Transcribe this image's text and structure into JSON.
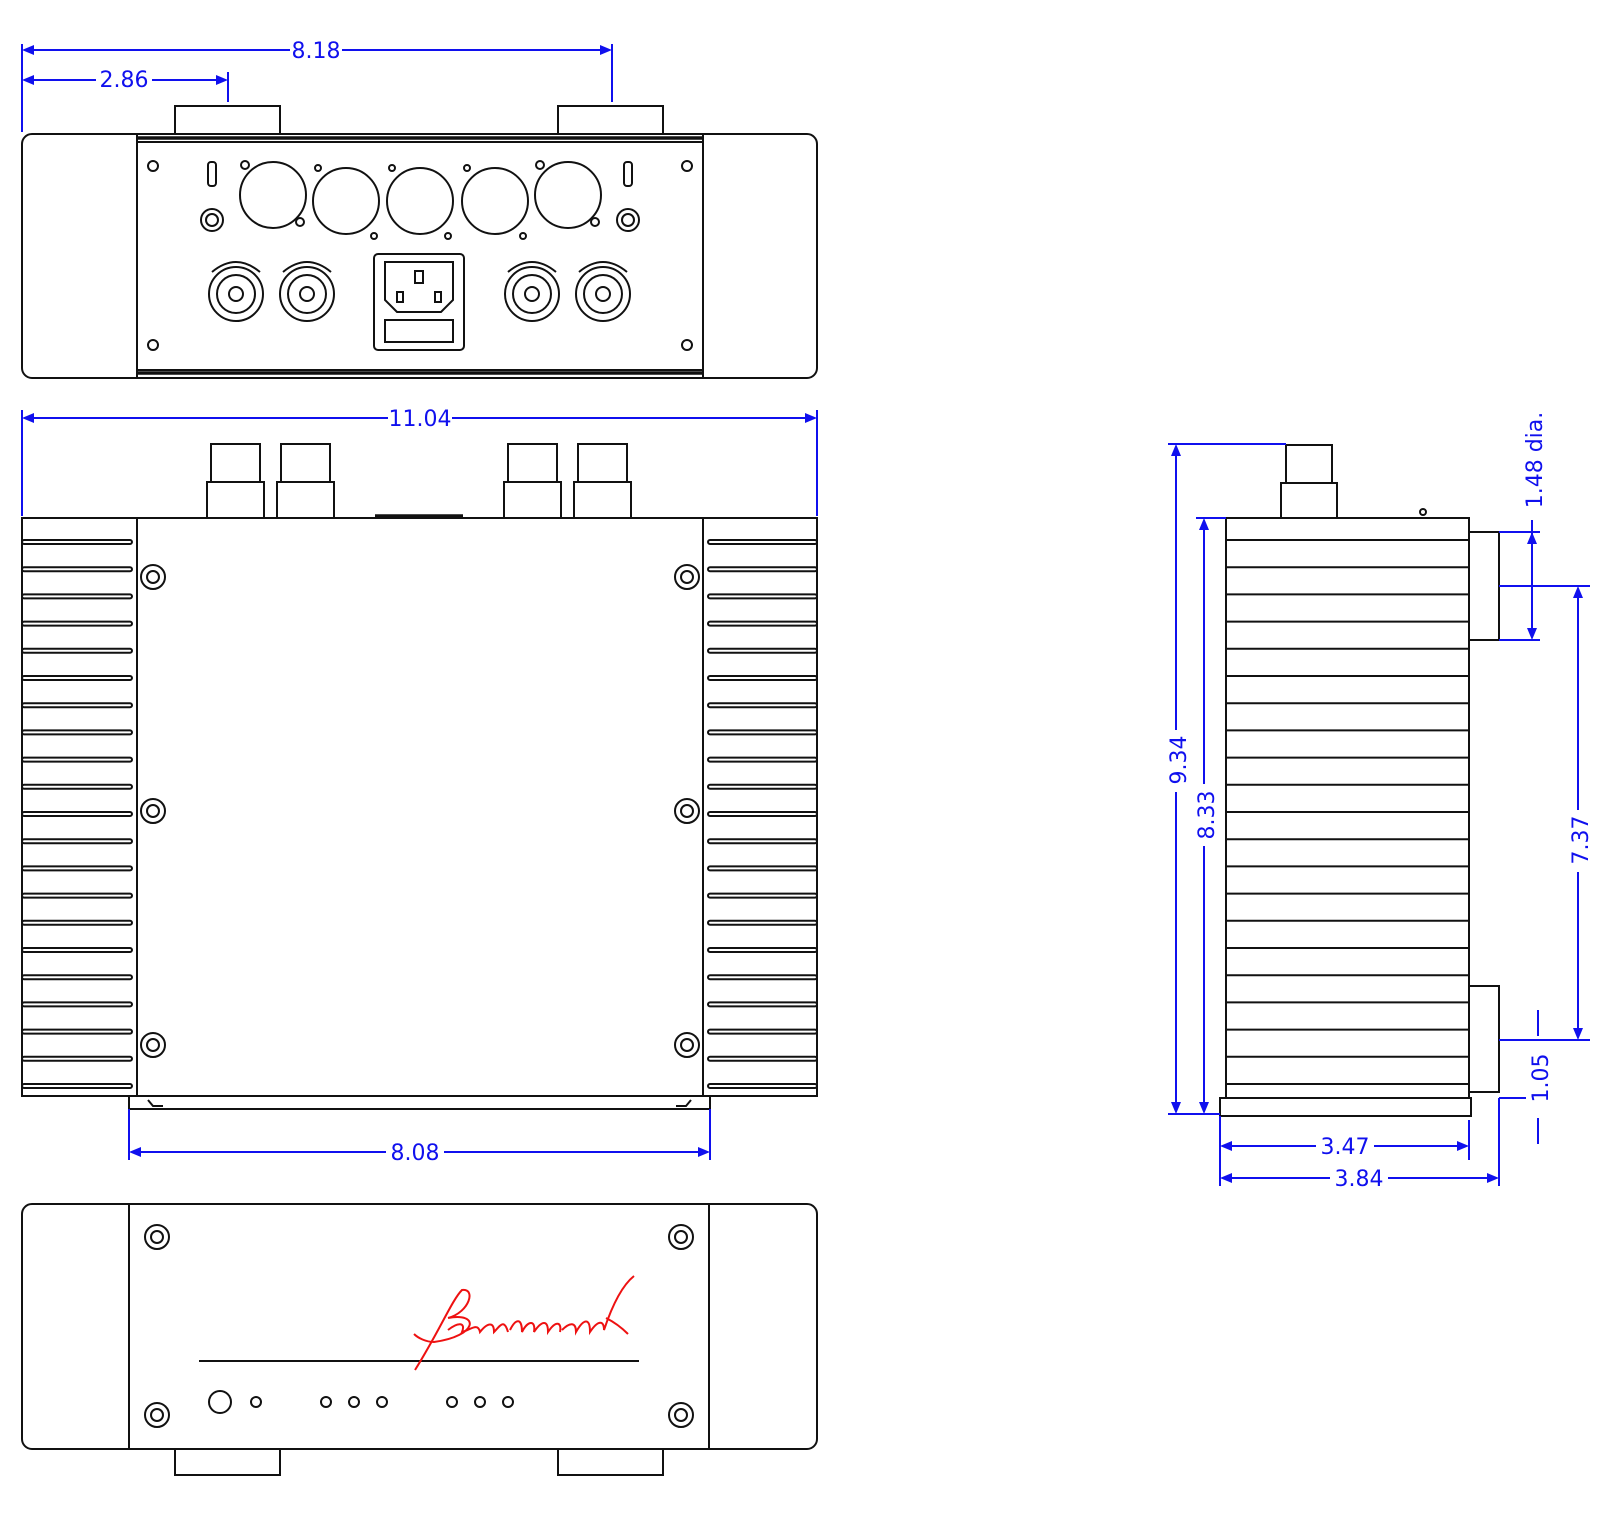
{
  "dimensions": {
    "top_width_8_18": "8.18",
    "top_offset_2_86": "2.86",
    "overall_width_11_04": "11.04",
    "base_width_8_08": "8.08",
    "height_9_34": "9.34",
    "height_8_33": "8.33",
    "span_7_37": "7.37",
    "connector_dia": "1.48 dia.",
    "foot_1_05": "1.05",
    "depth_3_47": "3.47",
    "depth_3_84": "3.84"
  },
  "logo_text": "Benchmark",
  "colors": {
    "outline": "#111111",
    "dimension": "#1010ee",
    "logo": "#ee1111"
  }
}
